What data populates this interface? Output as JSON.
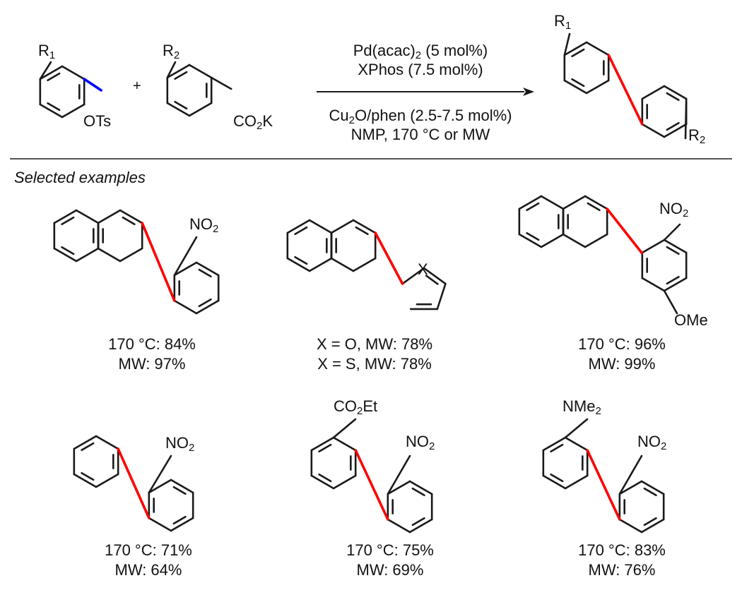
{
  "reaction": {
    "reactant1": {
      "substituent": "R",
      "substituent_index": "1",
      "leaving_group": "OTs"
    },
    "plus": "+",
    "reactant2": {
      "substituent": "R",
      "substituent_index": "2",
      "group_main": "CO",
      "group_sub": "2",
      "group_end": "K"
    },
    "conditions_above": {
      "line1_a": "Pd(acac)",
      "line1_sub": "2",
      "line1_b": " (5 mol%)",
      "line2": "XPhos (7.5 mol%)"
    },
    "conditions_below": {
      "line1_a": "Cu",
      "line1_sub": "2",
      "line1_b": "O/phen (2.5-7.5 mol%)",
      "line2": "NMP, 170 °C or MW"
    },
    "product": {
      "top_sub": "R",
      "top_sub_index": "1",
      "bottom_sub": "R",
      "bottom_sub_index": "2"
    }
  },
  "section_title": "Selected examples",
  "examples": [
    {
      "labels": {
        "nitro_a": "NO",
        "nitro_sub": "2"
      },
      "yield1": "170 °C: 84%",
      "yield2": "MW: 97%"
    },
    {
      "labels": {
        "hetero": "X"
      },
      "yield1": "X = O, MW: 78%",
      "yield2": "X = S, MW: 78%"
    },
    {
      "labels": {
        "nitro_a": "NO",
        "nitro_sub": "2",
        "methoxy": "OMe"
      },
      "yield1": "170 °C: 96%",
      "yield2": "MW: 99%"
    },
    {
      "labels": {
        "nitro_a": "NO",
        "nitro_sub": "2"
      },
      "yield1": "170 °C: 71%",
      "yield2": "MW: 64%"
    },
    {
      "labels": {
        "ester_a": "CO",
        "ester_sub": "2",
        "ester_b": "Et",
        "nitro_a": "NO",
        "nitro_sub": "2"
      },
      "yield1": "170 °C: 75%",
      "yield2": "MW: 69%"
    },
    {
      "labels": {
        "amine_a": "NMe",
        "amine_sub": "2",
        "nitro_a": "NO",
        "nitro_sub": "2"
      },
      "yield1": "170 °C: 83%",
      "yield2": "MW: 76%"
    }
  ],
  "colors": {
    "new_bond": "#ff0000",
    "cleaved_bond": "#0000ff",
    "bond": "#1a1a1a"
  }
}
